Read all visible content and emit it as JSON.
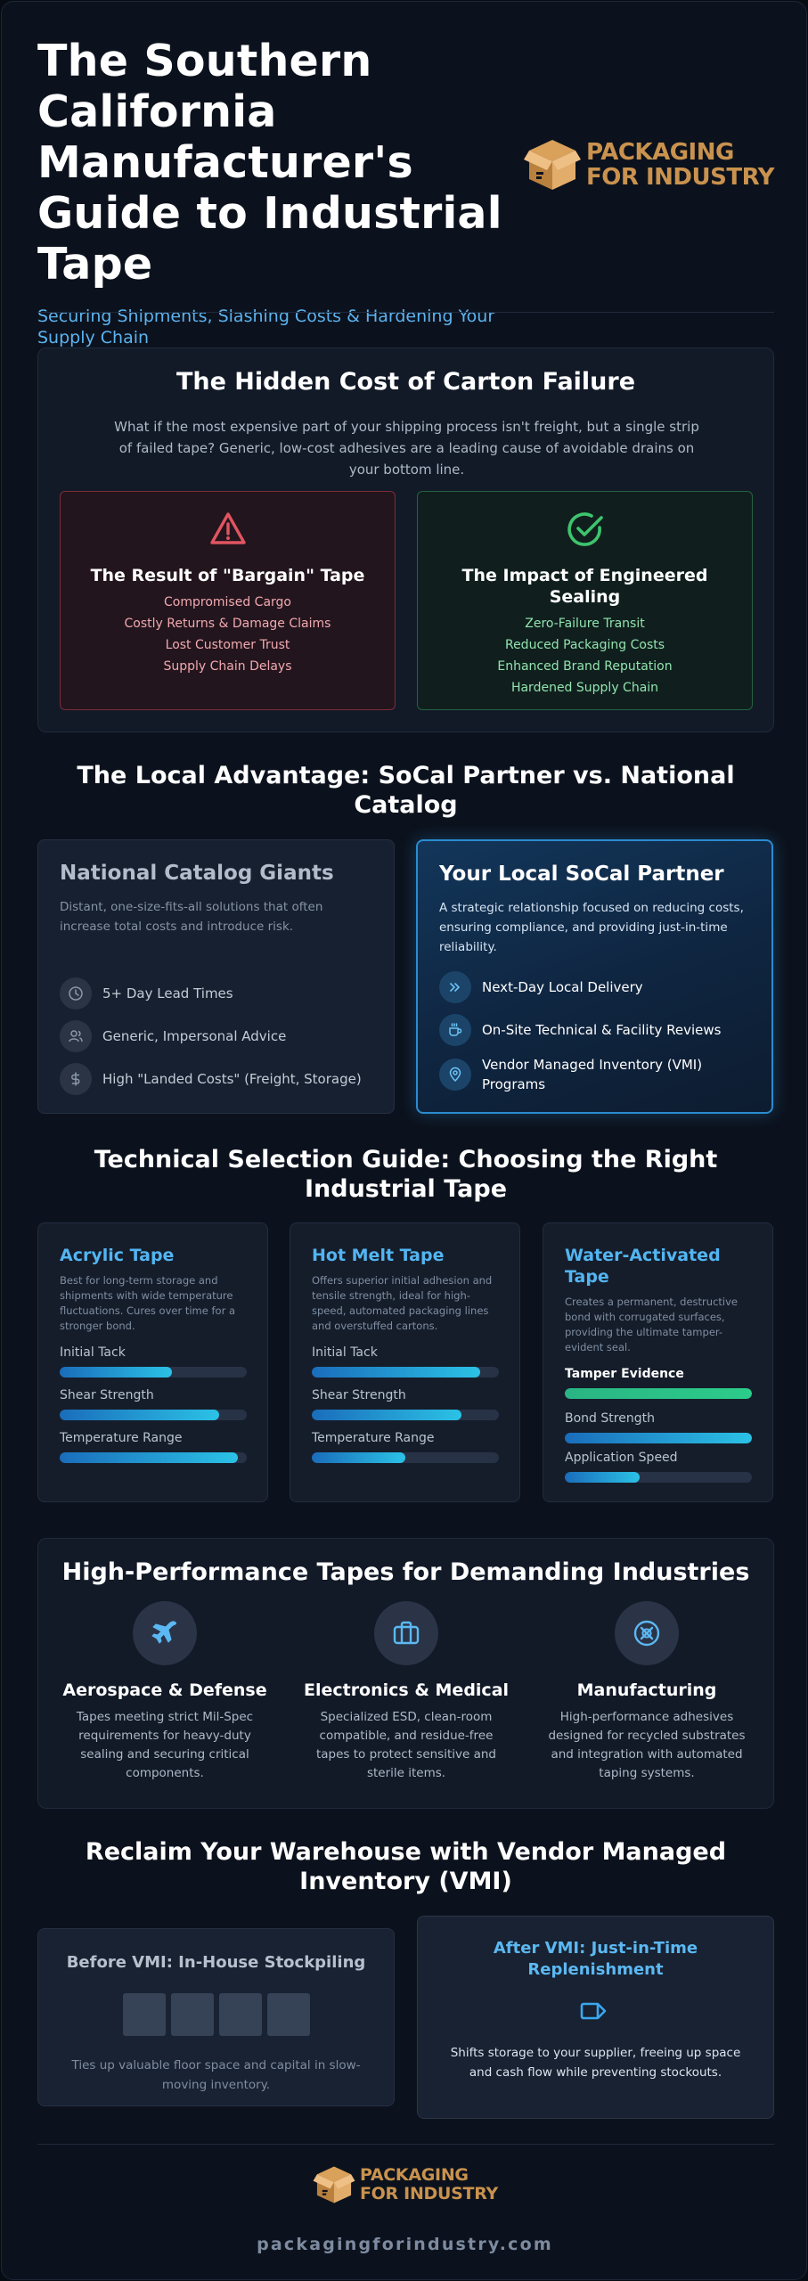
{
  "header": {
    "title": "The Southern California Manufacturer's Guide to Industrial Tape",
    "subtitle": "Securing Shipments, Slashing Costs & Hardening Your Supply Chain",
    "logo_line1": "PACKAGING",
    "logo_line2": "FOR INDUSTRY",
    "logo_icon": "box-icon"
  },
  "hidden_cost": {
    "title": "The Hidden Cost of Carton Failure",
    "body": "What if the most expensive part of your shipping process isn't freight, but a single strip of failed tape? Generic, low-cost adhesives are a leading cause of avoidable drains on your bottom line.",
    "bad": {
      "icon": "warning-icon",
      "title": "The Result of \"Bargain\" Tape",
      "items": [
        "Compromised Cargo",
        "Costly Returns & Damage Claims",
        "Lost Customer Trust",
        "Supply Chain Delays"
      ]
    },
    "good": {
      "icon": "check-circle-icon",
      "title": "The Impact of Engineered Sealing",
      "items": [
        "Zero-Failure Transit",
        "Reduced Packaging Costs",
        "Enhanced Brand Reputation",
        "Hardened Supply Chain"
      ]
    },
    "colors": {
      "bad_accent": "#e05561",
      "good_accent": "#3ec46d"
    }
  },
  "local_advantage": {
    "title": "The Local Advantage: SoCal Partner vs. National Catalog",
    "national": {
      "title": "National Catalog Giants",
      "body": "Distant, one-size-fits-all solutions that often increase total costs and introduce risk.",
      "items": [
        {
          "icon": "clock-icon",
          "label": "5+ Day Lead Times"
        },
        {
          "icon": "users-icon",
          "label": "Generic, Impersonal Advice"
        },
        {
          "icon": "dollar-icon",
          "label": "High \"Landed Costs\" (Freight, Storage)"
        }
      ]
    },
    "local": {
      "title": "Your Local SoCal Partner",
      "body": "A strategic relationship focused on reducing costs, ensuring compliance, and providing just-in-time reliability.",
      "items": [
        {
          "icon": "fast-forward-icon",
          "label": "Next-Day Local Delivery"
        },
        {
          "icon": "coffee-icon",
          "label": "On-Site Technical & Facility Reviews"
        },
        {
          "icon": "map-pin-icon",
          "label": "Vendor Managed Inventory (VMI) Programs"
        }
      ]
    }
  },
  "technical_guide": {
    "title": "Technical Selection Guide: Choosing the Right Industrial Tape",
    "tapes": [
      {
        "name": "Acrylic Tape",
        "desc": "Best for long-term storage and shipments with wide temperature fluctuations. Cures over time for a stronger bond.",
        "metrics": [
          {
            "label": "Initial Tack",
            "value": 60
          },
          {
            "label": "Shear Strength",
            "value": 85
          },
          {
            "label": "Temperature Range",
            "value": 95
          }
        ]
      },
      {
        "name": "Hot Melt Tape",
        "desc": "Offers superior initial adhesion and tensile strength, ideal for high-speed, automated packaging lines and overstuffed cartons.",
        "metrics": [
          {
            "label": "Initial Tack",
            "value": 90
          },
          {
            "label": "Shear Strength",
            "value": 80
          },
          {
            "label": "Temperature Range",
            "value": 50
          }
        ]
      },
      {
        "name": "Water-Activated Tape",
        "desc": "Creates a permanent, destructive bond with corrugated surfaces, providing the ultimate tamper-evident seal.",
        "metrics": [
          {
            "label": "Tamper Evidence",
            "value": 100
          },
          {
            "label": "Bond Strength",
            "value": 100
          },
          {
            "label": "Application Speed",
            "value": 40
          }
        ]
      }
    ]
  },
  "industries": {
    "title": "High-Performance Tapes for Demanding Industries",
    "items": [
      {
        "icon": "plane-icon",
        "title": "Aerospace & Defense",
        "desc": "Tapes meeting strict Mil-Spec requirements for heavy-duty sealing and securing critical components."
      },
      {
        "icon": "briefcase-icon",
        "title": "Electronics & Medical",
        "desc": "Specialized ESD, clean-room compatible, and residue-free tapes to protect sensitive and sterile items."
      },
      {
        "icon": "gear-x-icon",
        "title": "Manufacturing",
        "desc": "High-performance adhesives designed for recycled substrates and integration with automated taping systems."
      }
    ]
  },
  "vmi": {
    "title": "Reclaim Your Warehouse with Vendor Managed Inventory (VMI)",
    "before": {
      "title": "Before VMI: In-House Stockpiling",
      "desc": "Ties up valuable floor space and capital in slow-moving inventory."
    },
    "after": {
      "title": "After VMI: Just-in-Time Replenishment",
      "icon": "truck-arrow-icon",
      "desc": "Shifts storage to your supplier, freeing up space and cash flow while preventing stockouts."
    }
  },
  "footer": {
    "logo_line1": "PACKAGING",
    "logo_line2": "FOR INDUSTRY",
    "url": "packagingforindustry.com"
  },
  "colors": {
    "accent_blue": "#53b5f2",
    "brand_gold": "#c9924e",
    "background": "#0c121d"
  }
}
